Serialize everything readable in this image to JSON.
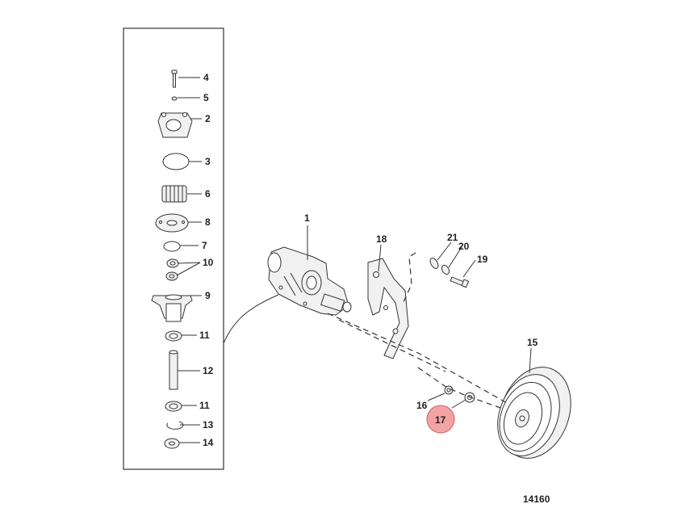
{
  "figure_number": "14160",
  "highlighted_callout": "17",
  "highlight_color": "#f3a3a3",
  "callouts": {
    "c1": "1",
    "c2": "2",
    "c3": "3",
    "c4": "4",
    "c5": "5",
    "c6": "6",
    "c7": "7",
    "c8": "8",
    "c9": "9",
    "c10": "10",
    "c11a": "11",
    "c11b": "11",
    "c12": "12",
    "c13": "13",
    "c14": "14",
    "c15": "15",
    "c16": "16",
    "c17": "17",
    "c18": "18",
    "c19": "19",
    "c20": "20",
    "c21": "21"
  }
}
